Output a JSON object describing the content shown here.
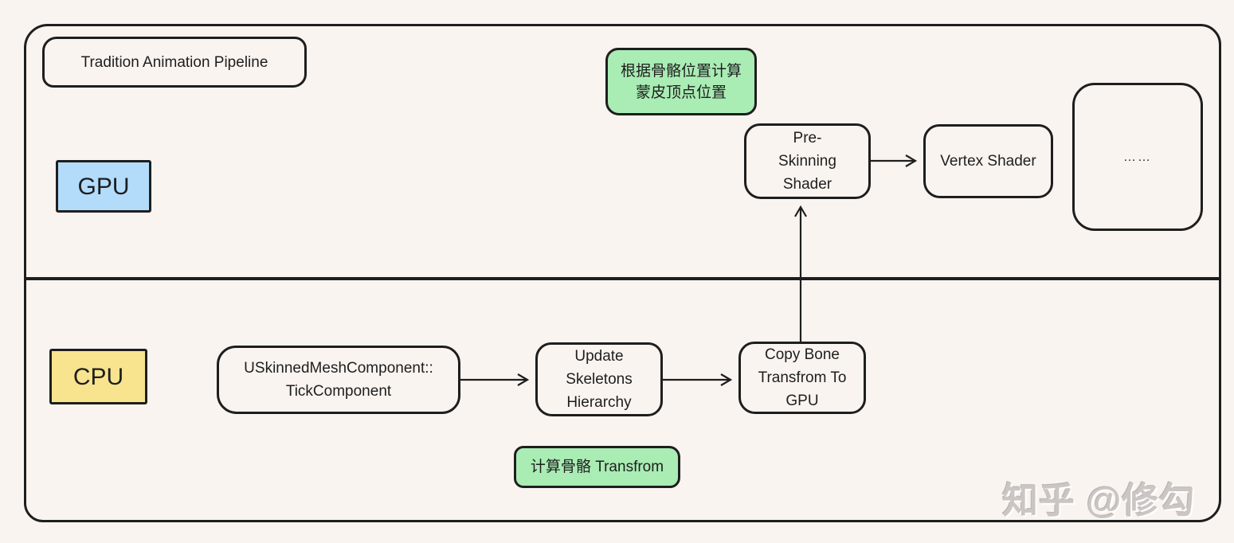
{
  "diagram": {
    "title": "Tradition Animation Pipeline",
    "lanes": {
      "gpu": {
        "label": "GPU",
        "color": "#b3dcfb"
      },
      "cpu": {
        "label": "CPU",
        "color": "#f8e48e"
      }
    },
    "notes": {
      "color": "#a9ecb4",
      "gpu_skinning": "根据骨骼位置计算\n蒙皮顶点位置",
      "cpu_transform": "计算骨骼 Transfrom"
    },
    "nodes": {
      "pre_skinning": "Pre-\nSkinning\nShader",
      "vertex_shader": "Vertex Shader",
      "more": "……",
      "tick_component": "USkinnedMeshComponent::\nTickComponent",
      "update_skeletons": "Update\nSkeletons\nHierarchy",
      "copy_bone": "Copy Bone\nTransfrom To\nGPU"
    },
    "watermark": "知乎 @修勾",
    "colors": {
      "background": "#faf4f0",
      "stroke": "#1e1e1e"
    }
  }
}
